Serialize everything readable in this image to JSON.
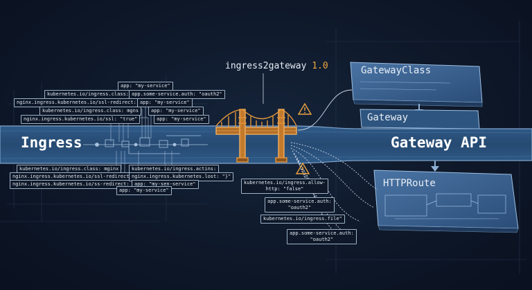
{
  "title": {
    "name": "ingress2gateway",
    "version": "1.0"
  },
  "left_label": "Ingress",
  "right_label": "Gateway API",
  "resources": {
    "gateway_class": "GatewayClass",
    "gateway": "Gateway",
    "http_route": "HTTPRoute"
  },
  "left_annotations": {
    "top": [
      "kubernetes.io/ingress.class: nginx",
      "nginx.ingress.kubernetes.io/ssl-redirect: \"true\"",
      "kubernetes.io/ingress.class: mgns",
      "nginx.ingress.kubernetes.io/ssl: \"true\""
    ],
    "bottom": [
      "kubernetes.io/ingress.class: mginx",
      "nginx.ingress.kubernetes.io/ssl-redirect: \"tue\"",
      "nginx.ingress.kubernetes.io/ss-redirect: \"true\""
    ]
  },
  "service_annotations": {
    "top": [
      "app: \"my-service\"",
      "app.some-service.auth: \"oauth2\"",
      "app: \"my-service\"",
      "app: \"my-service\"",
      "app: \"my-service\""
    ],
    "bottom": [
      "kubernetes.io/ingress.actins:",
      "nginx.ingress.kubernetes.lost: \"}\"",
      "app: \"my-sen-service\"",
      "app: \"my-service\""
    ]
  },
  "unconverted_annotations": [
    "kubernetes.io/ingress.allow-\nhttp: \"false\"",
    "app.some-service.auth:\n\"oauth2\"",
    "kubernetes.io/ingress.file\"",
    "app.some-service.auth:\n\"oauth2\""
  ],
  "icons": [
    "warning-icon",
    "warning-icon"
  ],
  "colors": {
    "background": "#0d1626",
    "stream": "#2d4f78",
    "stream_edge": "#7fa3c9",
    "bridge": "#e2953a",
    "warning": "#f0a640",
    "text": "#ffffff",
    "panel": "#3a6494"
  }
}
